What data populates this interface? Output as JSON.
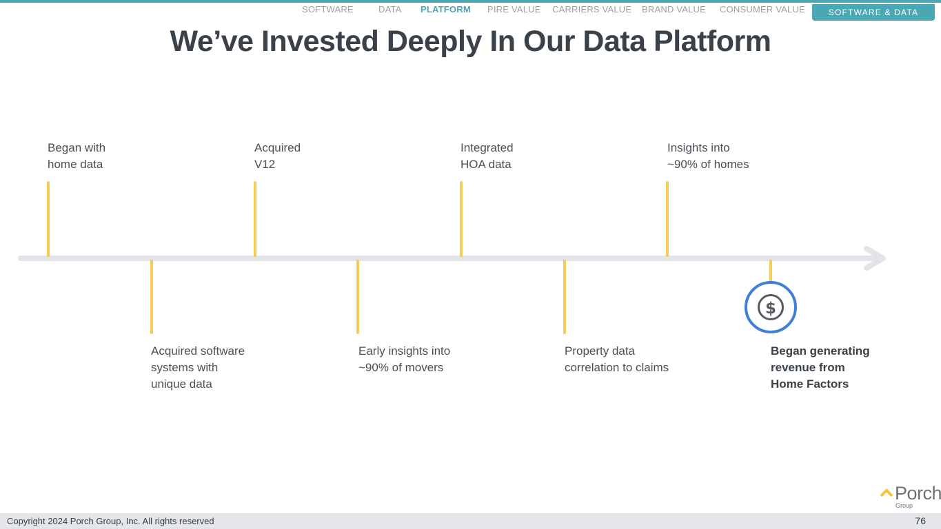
{
  "nav": {
    "items": [
      {
        "label": "SOFTWARE"
      },
      {
        "label": "DATA"
      },
      {
        "label": "PLATFORM"
      },
      {
        "label": "PIRE VALUE"
      },
      {
        "label": "CARRIERS VALUE"
      },
      {
        "label": "BRAND VALUE"
      },
      {
        "label": "CONSUMER VALUE"
      }
    ],
    "section_pill": "SOFTWARE & DATA"
  },
  "title": "We’ve Invested Deeply In Our Data Platform",
  "milestones": [
    {
      "text": "Began with\nhome data"
    },
    {
      "text": "Acquired software\nsystems with\nunique data"
    },
    {
      "text": "Acquired\nV12"
    },
    {
      "text": "Early insights into\n~90% of movers"
    },
    {
      "text": "Integrated\nHOA data"
    },
    {
      "text": "Property data\ncorrelation to claims"
    },
    {
      "text": "Insights into\n~90% of homes"
    },
    {
      "text": "Began generating\nrevenue from\nHome Factors"
    }
  ],
  "icons": {
    "revenue": "dollar-circle-icon",
    "timeline_end": "arrow-right-icon",
    "logo_mark": "roof-chevron-icon"
  },
  "colors": {
    "accent": "#4aa8b4",
    "tick": "#f5cd56",
    "axis": "#e2e4ea",
    "icon_ring": "#3f7fd6",
    "title": "#3a4148"
  },
  "logo": {
    "word": "Porch",
    "sub": "Group"
  },
  "footer": {
    "copyright": "Copyright 2024 Porch Group, Inc. All rights reserved",
    "page_number": "76"
  }
}
